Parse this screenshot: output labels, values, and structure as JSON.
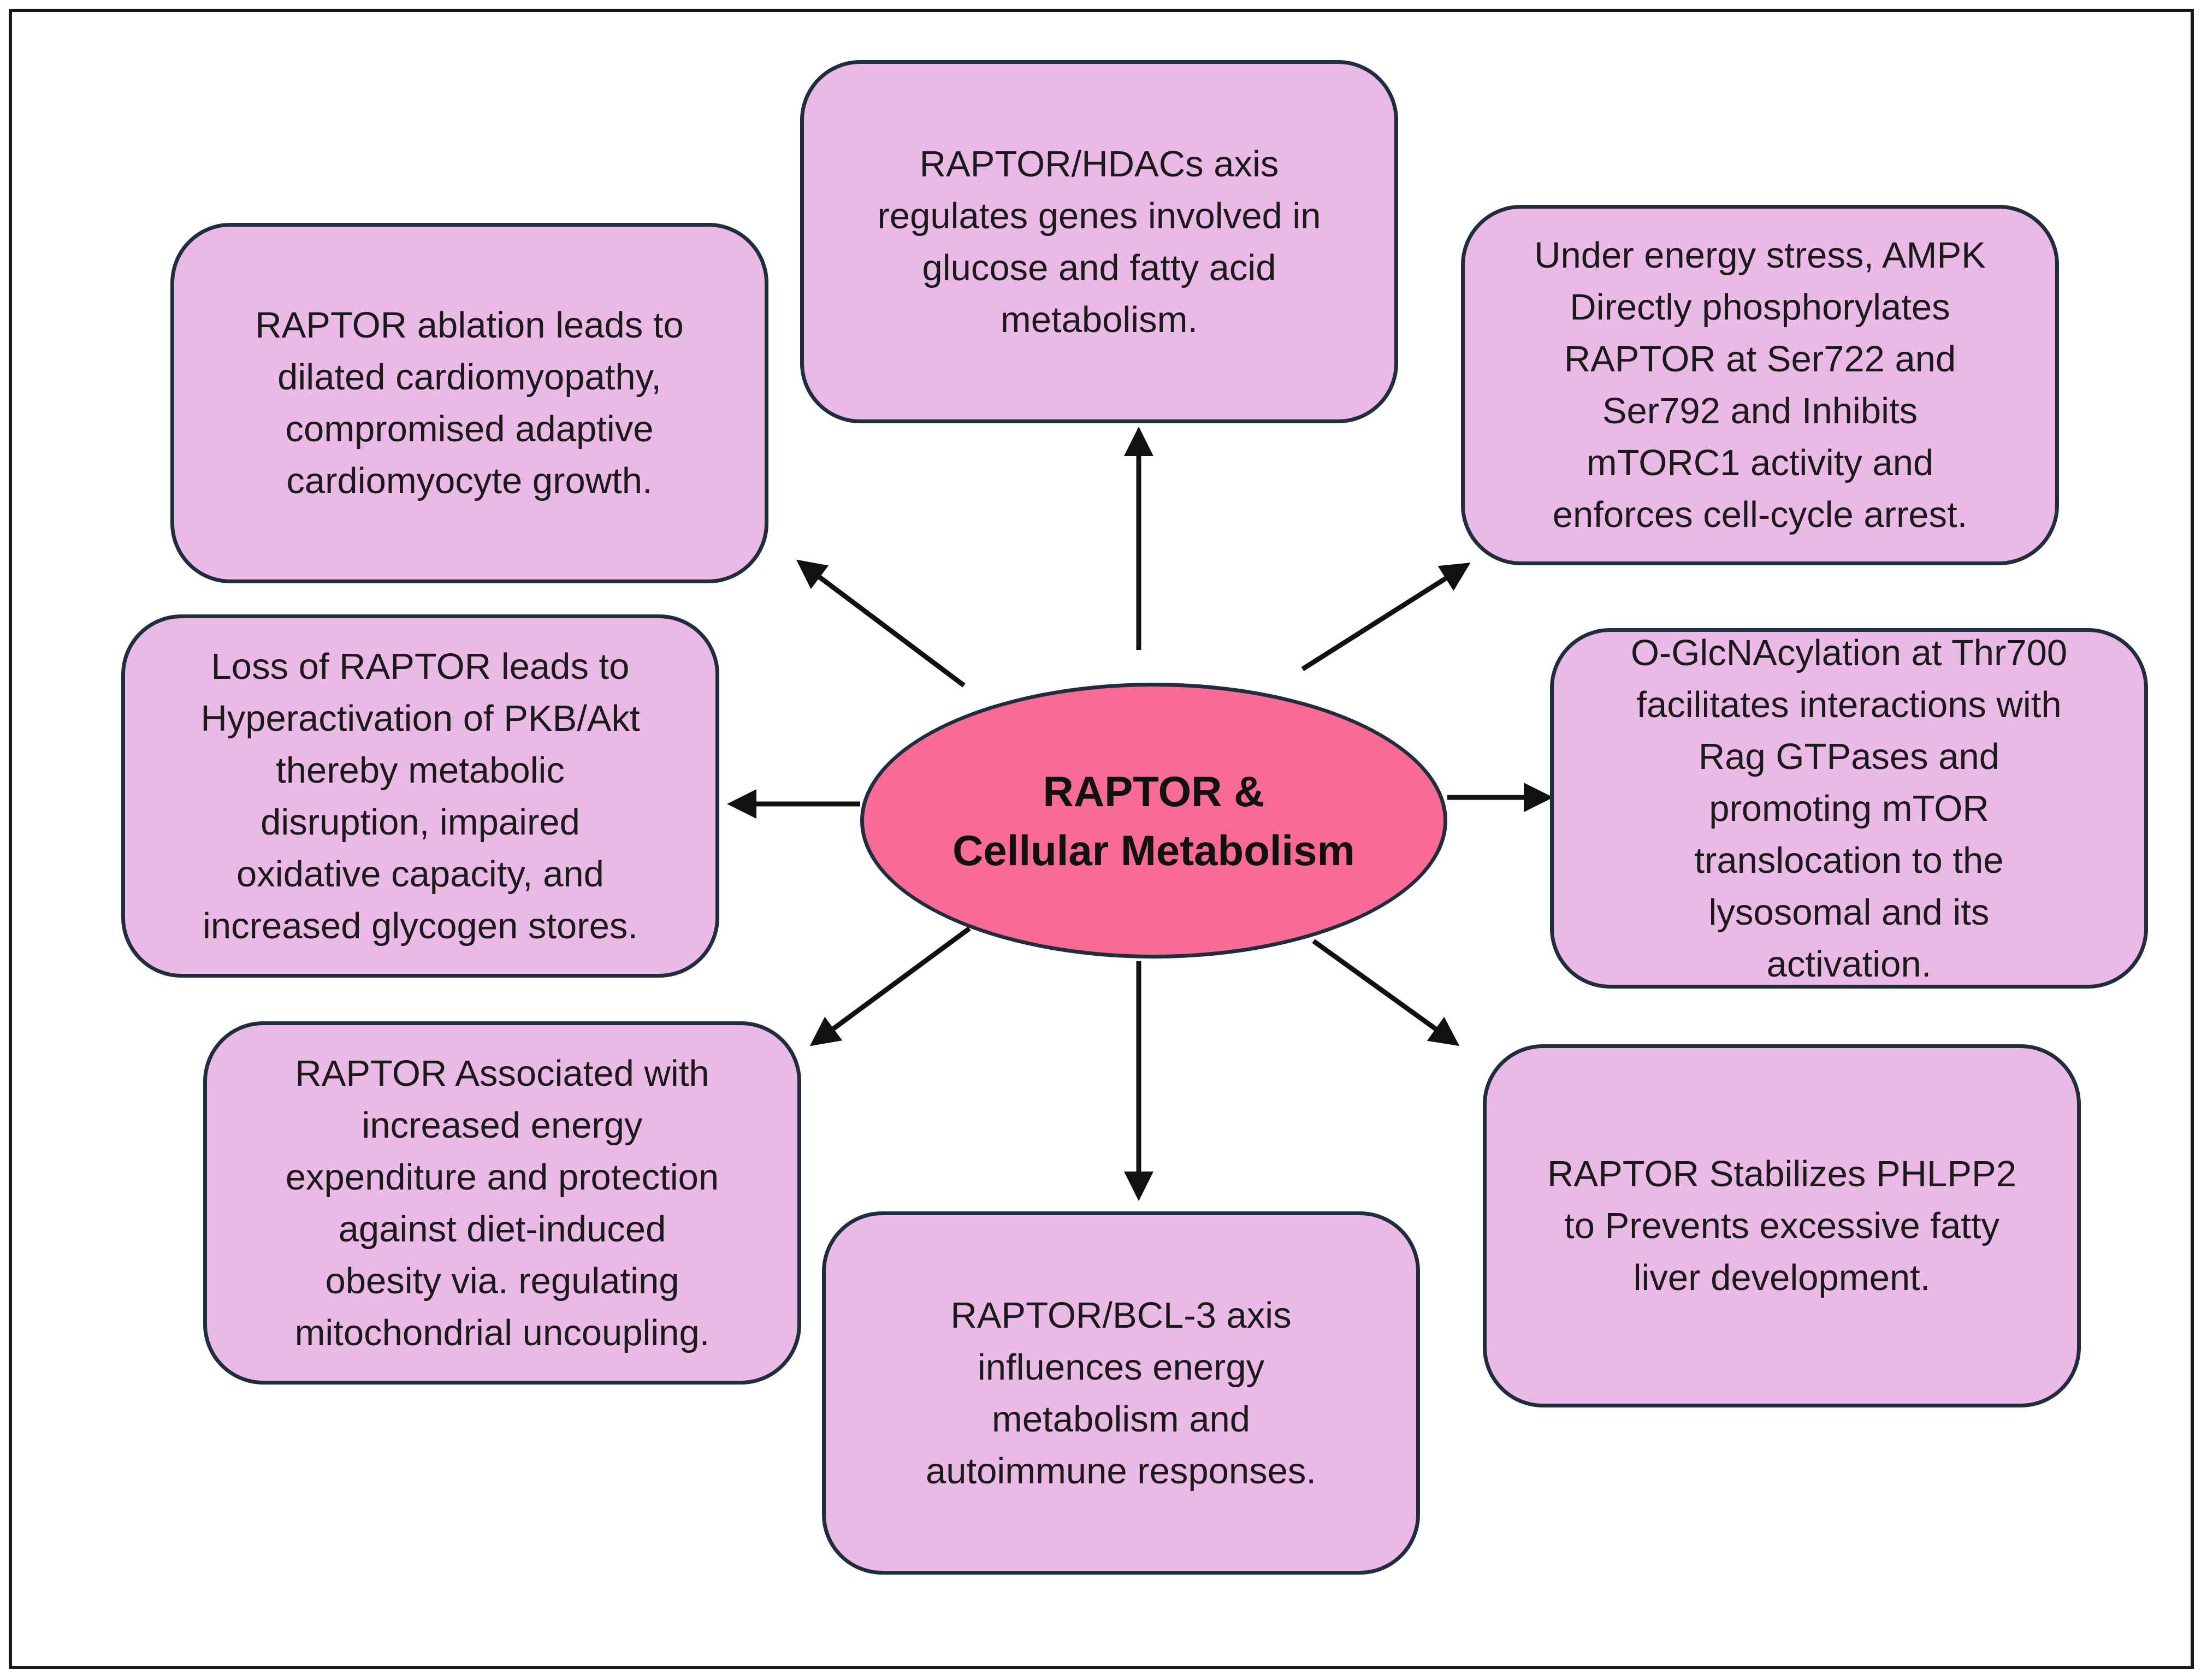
{
  "center": {
    "title": "RAPTOR &\nCellular Metabolism"
  },
  "nodes": {
    "top": "RAPTOR/HDACs axis\nregulates genes involved in\nglucose and fatty acid\nmetabolism.",
    "top_left": "RAPTOR ablation leads to\ndilated cardiomyopathy,\ncompromised adaptive\ncardiomyocyte growth.",
    "top_right": "Under energy stress, AMPK\nDirectly phosphorylates\nRAPTOR at Ser722 and\nSer792 and Inhibits\nmTORC1 activity and\nenforces cell-cycle arrest.",
    "left": "Loss of RAPTOR leads to\nHyperactivation of PKB/Akt\nthereby metabolic\ndisruption, impaired\noxidative capacity, and\nincreased glycogen stores.",
    "right": "O-GlcNAcylation at Thr700\nfacilitates interactions with\nRag GTPases and\npromoting mTOR\ntranslocation to the\nlysosomal and its\nactivation.",
    "bottom_left": "RAPTOR Associated with\nincreased energy\nexpenditure and protection\nagainst diet-induced\nobesity via. regulating\nmitochondrial uncoupling.",
    "bottom_right": "RAPTOR Stabilizes PHLPP2\nto Prevents excessive fatty\nliver development.",
    "bottom": "RAPTOR/BCL-3 axis\ninfluences energy\nmetabolism and\nautoimmune responses."
  },
  "colors": {
    "box_fill": "#ebb9e6",
    "center_fill": "#f76b94",
    "border": "#1f2d3d",
    "arrow": "#111111"
  }
}
